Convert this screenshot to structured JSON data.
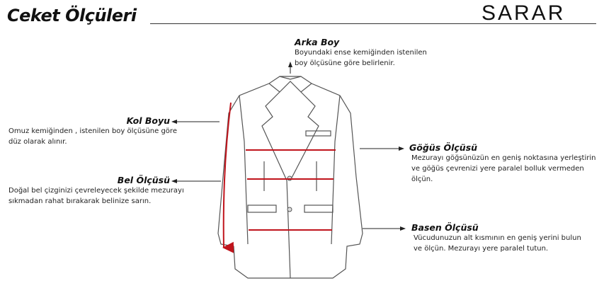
{
  "header": {
    "title": "Ceket Ölçüleri",
    "brand": "SARAR"
  },
  "measurements": [
    {
      "title": "Arka Boy",
      "desc": [
        "Boyundaki ense kemiğinden istenilen",
        "boy ölçüsüne göre belirlenir."
      ]
    },
    {
      "title": "Kol Boyu",
      "desc": [
        "Omuz kemiğinden , istenilen boy ölçüsüne göre",
        "düz olarak alınır."
      ]
    },
    {
      "title": "Bel Ölçüsü",
      "desc": [
        "Doğal bel çizginizi çevreleyecek şekilde mezurayı",
        "sıkmadan rahat bırakarak belinize sarın."
      ]
    },
    {
      "title": "Göğüs Ölçüsü",
      "desc": [
        "Mezurayı göğsünüzün en geniş noktasına yerleştirin",
        "ve göğüs çevrenizi yere paralel bolluk vermeden ölçün."
      ]
    },
    {
      "title": "Basen Ölçüsü",
      "desc": [
        "Vücudunuzun alt kısmının en geniş yerini bulun",
        "ve ölçün. Mezurayı yere paralel tutun."
      ]
    }
  ],
  "colors": {
    "measure_line": "#c0141c",
    "outline": "#555555"
  }
}
